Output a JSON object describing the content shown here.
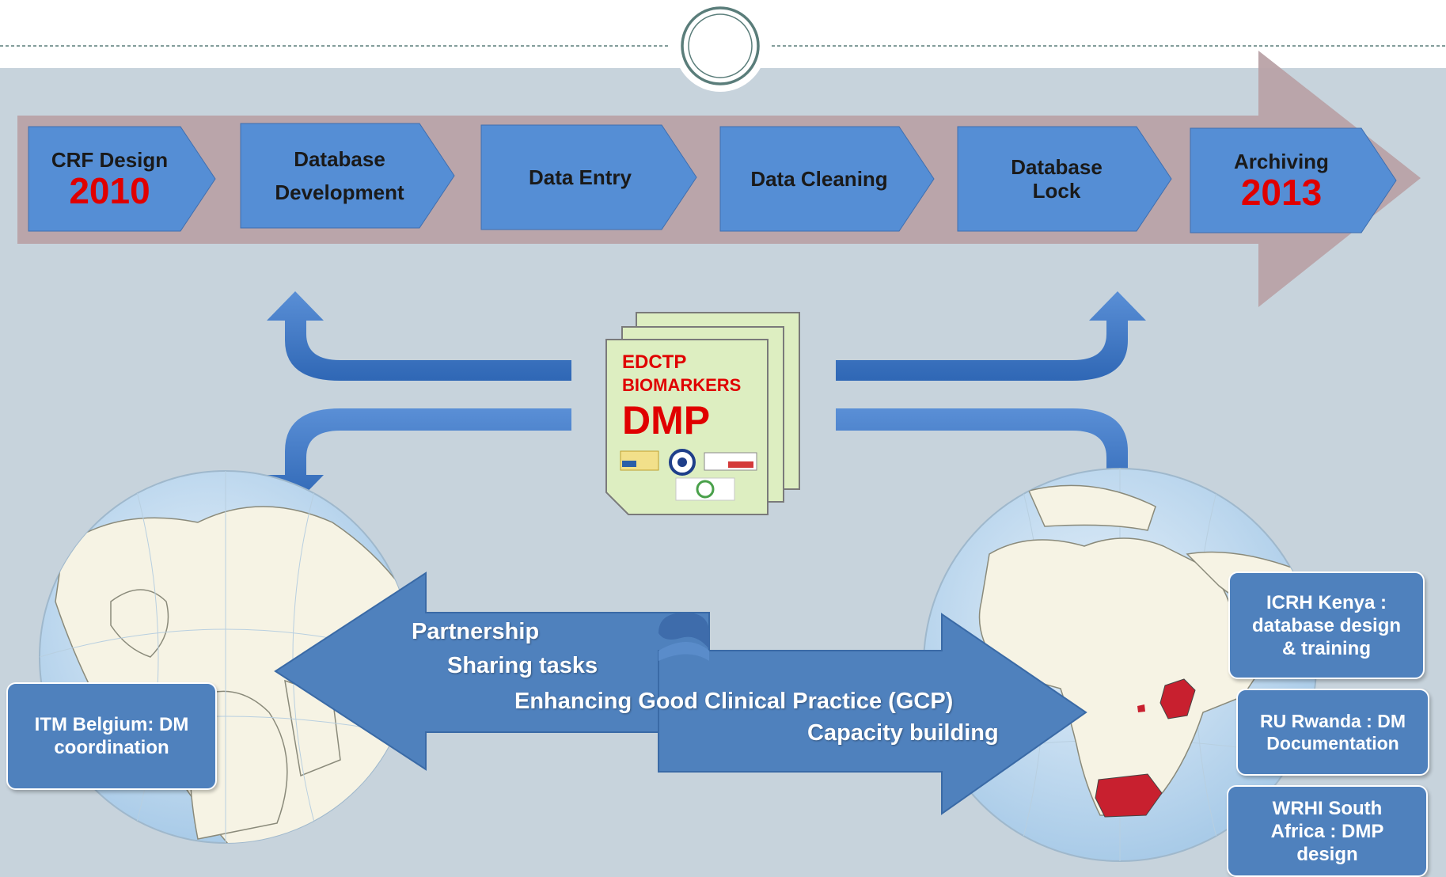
{
  "colors": {
    "background": "#c7d3dc",
    "timeline_arrow": "#b9a2a6",
    "step_fill": "#558ed5",
    "accent_red": "#e00000",
    "band_blue": "#4f81bd",
    "document_fill": "#ddeec1",
    "highlight_country": "#c8202f"
  },
  "timeline": {
    "steps": [
      {
        "label": "CRF Design",
        "year": "2010"
      },
      {
        "label": "Database Development"
      },
      {
        "label": "Data Entry"
      },
      {
        "label": "Data Cleaning"
      },
      {
        "label": "Database Lock"
      },
      {
        "label": "Archiving",
        "year": "2013"
      }
    ]
  },
  "document": {
    "line1": "EDCTP",
    "line2": "BIOMARKERS",
    "line3": "DMP",
    "logo_icons": [
      "itm-logo-icon",
      "icrh-logo-icon",
      "wrhi-logo-icon",
      "ru-logo-icon"
    ]
  },
  "band": {
    "lines": [
      "Partnership",
      "Sharing tasks",
      "Enhancing Good Clinical Practice (GCP)",
      "Capacity building"
    ]
  },
  "sites": {
    "belgium": "ITM Belgium: DM coordination",
    "kenya": "ICRH Kenya : database design & training",
    "rwanda": "RU Rwanda : DM Documentation",
    "south_africa": "WRHI South Africa : DMP design"
  }
}
